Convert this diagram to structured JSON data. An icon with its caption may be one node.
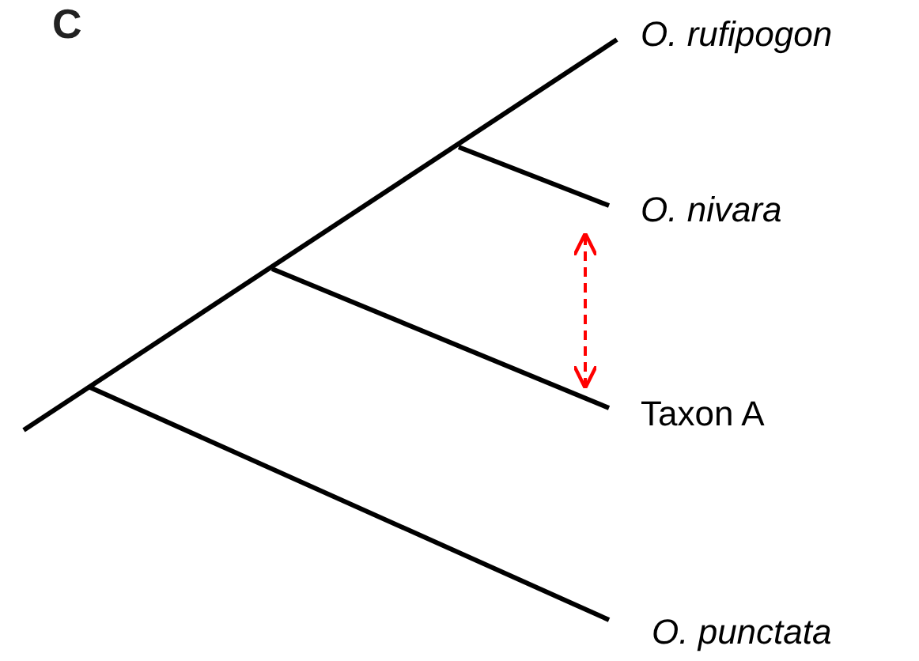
{
  "diagram": {
    "nodes": [
      {
        "text": [
          "O. rufipogon"
        ]
      },
      {
        "text": [
          "O. nivara"
        ]
      },
      {
        "text": [
          "Taxon A"
        ]
      },
      {
        "text": [
          "O. punctata"
        ]
      }
    ],
    "edges": [
      {
        "from": 1,
        "to": 2,
        "arrow": "both",
        "style": "dashed",
        "color": "#ff0000"
      }
    ],
    "labels": [
      "C"
    ]
  }
}
